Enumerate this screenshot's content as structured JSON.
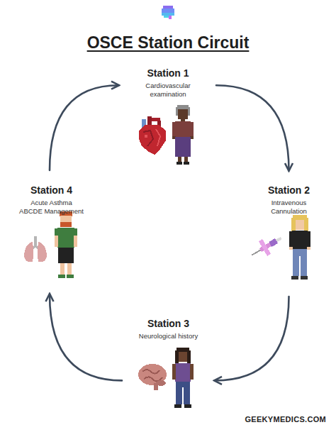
{
  "diagram": {
    "title": "OSCE Station Circuit",
    "nodes": [
      {
        "text": [
          "Station 1",
          "Cardiovascular examination"
        ]
      },
      {
        "text": [
          "Station 2",
          "Intravenous Cannulation"
        ]
      },
      {
        "text": [
          "Station 3",
          "Neurological history"
        ]
      },
      {
        "text": [
          "Station 4",
          "Acute Asthma ABCDE Management"
        ]
      }
    ],
    "edges": [
      {
        "from": 0,
        "to": 1,
        "arrow": "to"
      },
      {
        "from": 1,
        "to": 2,
        "arrow": "to"
      },
      {
        "from": 2,
        "to": 3,
        "arrow": "to"
      },
      {
        "from": 3,
        "to": 0,
        "arrow": "to"
      }
    ],
    "labels": [
      "GEEKYMEDICS.COM"
    ]
  }
}
